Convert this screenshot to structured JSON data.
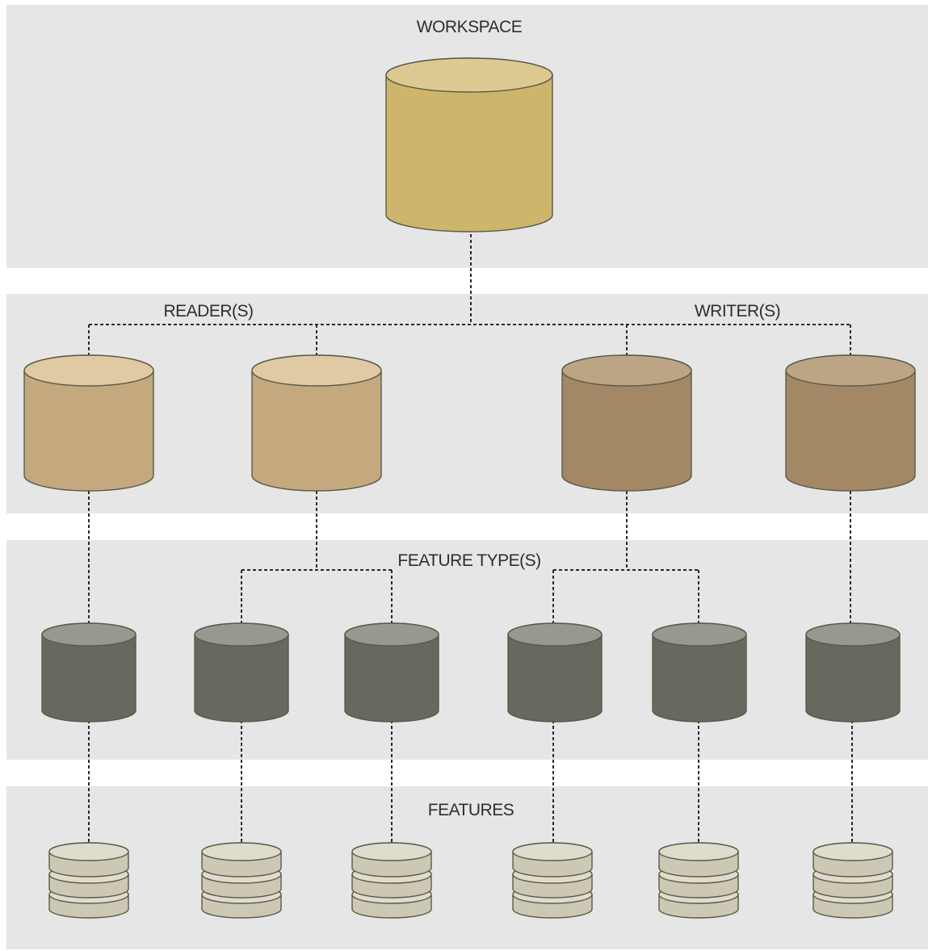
{
  "labels": {
    "workspace": "WORKSPACE",
    "readers": "READER(S)",
    "writers": "WRITER(S)",
    "feature_types": "FEATURE TYPE(S)",
    "features": "FEATURES"
  },
  "colors": {
    "band": "#e6e6e6",
    "gap": "#ffffff",
    "workspace_top": "#ddca93",
    "workspace_body": "#cdb56b",
    "reader_top": "#dfcaa3",
    "reader_body": "#c4a97f",
    "writer_top": "#bba585",
    "writer_body": "#a38866",
    "feature_type_top": "#96998f",
    "feature_type_body": "#67685e",
    "feature_top": "#dfdccd",
    "feature_body": "#ccc8b4",
    "connector": "#2a2a2a"
  },
  "icons": {
    "workspace": "database-cylinder-icon",
    "reader": "database-cylinder-icon",
    "writer": "database-cylinder-icon",
    "feature_type": "database-cylinder-icon",
    "feature": "stacked-disks-icon"
  },
  "counts": {
    "readers": 2,
    "writers": 2,
    "feature_types": 6,
    "features": 6
  }
}
